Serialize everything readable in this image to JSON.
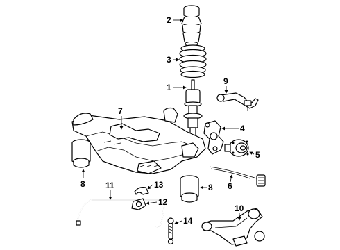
{
  "diagram": {
    "callouts": [
      {
        "id": "1",
        "part": "shock-absorber"
      },
      {
        "id": "2",
        "part": "bump-stop"
      },
      {
        "id": "3",
        "part": "coil-spring"
      },
      {
        "id": "4",
        "part": "steering-knuckle"
      },
      {
        "id": "5",
        "part": "hub-and-bearing"
      },
      {
        "id": "6",
        "part": "abs-sensor"
      },
      {
        "id": "7",
        "part": "crossmember"
      },
      {
        "id": "8",
        "part": "bushing"
      },
      {
        "id": "9",
        "part": "upper-control-arm"
      },
      {
        "id": "10",
        "part": "lower-control-arm"
      },
      {
        "id": "11",
        "part": "stabilizer-bar"
      },
      {
        "id": "12",
        "part": "stabilizer-bushing"
      },
      {
        "id": "13",
        "part": "bushing-bracket"
      },
      {
        "id": "14",
        "part": "stabilizer-link"
      }
    ],
    "second_callout_8": "8"
  }
}
